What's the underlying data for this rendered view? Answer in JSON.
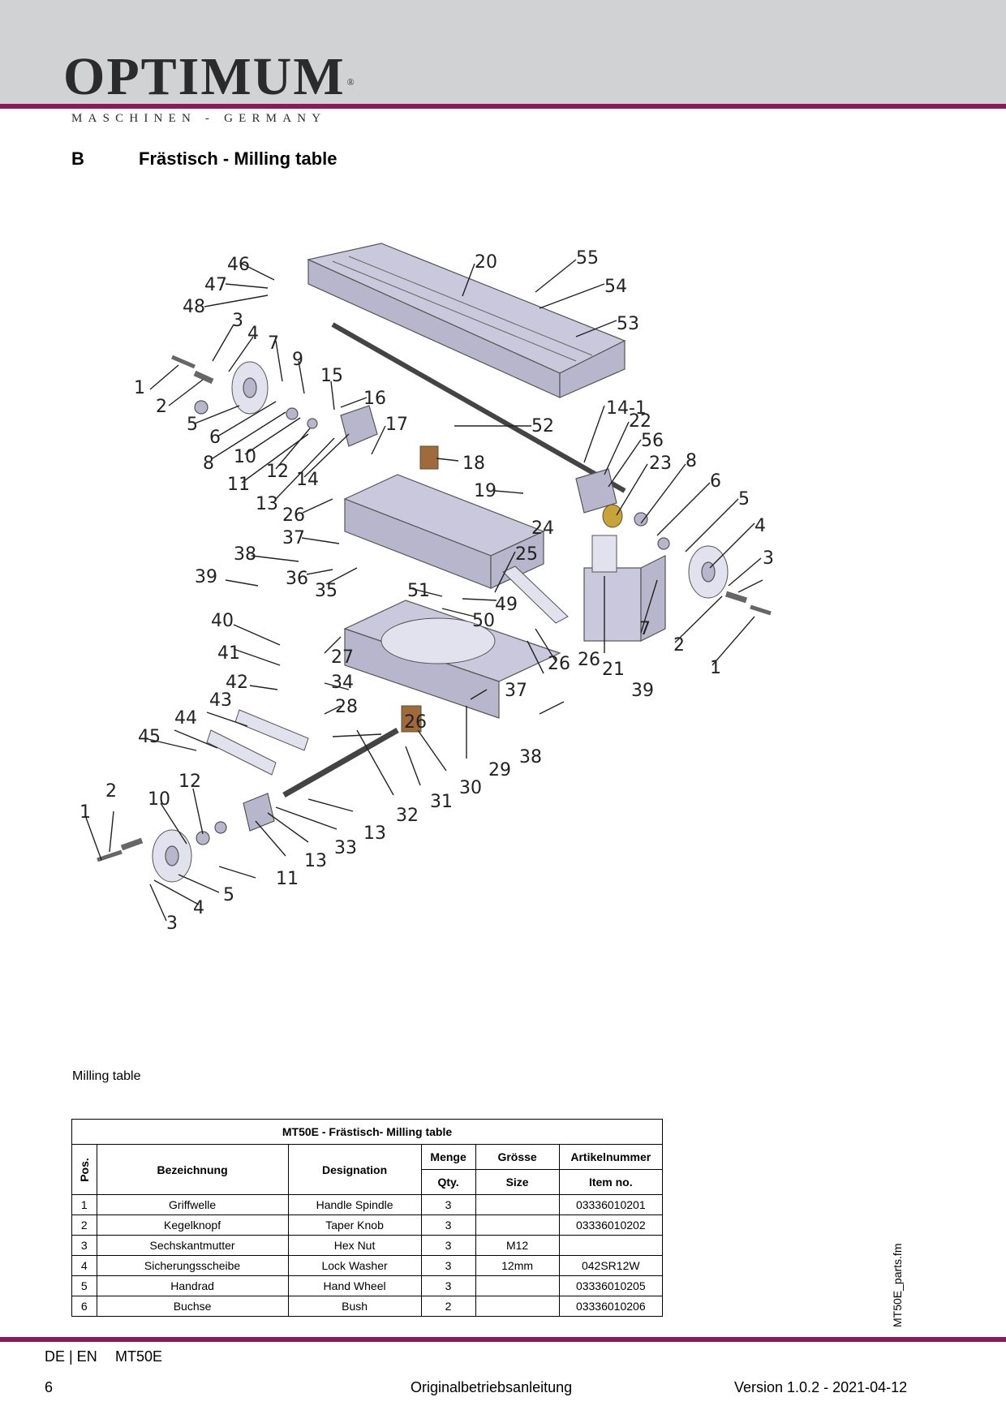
{
  "header": {
    "brand": "OPTIMUM",
    "registered_mark": "®",
    "tagline": "MASCHINEN - GERMANY"
  },
  "section": {
    "letter": "B",
    "title": "Frästisch - Milling table"
  },
  "diagram": {
    "labels": [
      "46",
      "47",
      "48",
      "3",
      "4",
      "7",
      "9",
      "15",
      "16",
      "20",
      "55",
      "54",
      "53",
      "1",
      "2",
      "5",
      "6",
      "8",
      "10",
      "11",
      "12",
      "13",
      "14",
      "17",
      "18",
      "52",
      "14-1",
      "22",
      "56",
      "23",
      "8",
      "6",
      "5",
      "4",
      "3",
      "19",
      "26",
      "24",
      "37",
      "38",
      "39",
      "36",
      "35",
      "51",
      "49",
      "50",
      "25",
      "21",
      "7",
      "2",
      "1",
      "40",
      "41",
      "42",
      "27",
      "34",
      "28",
      "26",
      "26",
      "26",
      "37",
      "39",
      "38",
      "43",
      "44",
      "45",
      "29",
      "30",
      "31",
      "32",
      "13",
      "33",
      "13",
      "11",
      "12",
      "10",
      "2",
      "1",
      "5",
      "4",
      "3"
    ]
  },
  "caption": "Milling table",
  "table": {
    "title": "MT50E - Frästisch- Milling table",
    "headers": {
      "pos": "Pos.",
      "bezeichnung": "Bezeichnung",
      "designation": "Designation",
      "menge": "Menge",
      "qty": "Qty.",
      "groesse": "Grösse",
      "size": "Size",
      "artikelnummer": "Artikelnummer",
      "item_no": "Item no."
    },
    "rows": [
      {
        "pos": "1",
        "bezeichnung": "Griffwelle",
        "designation": "Handle Spindle",
        "qty": "3",
        "size": "",
        "item": "03336010201"
      },
      {
        "pos": "2",
        "bezeichnung": "Kegelknopf",
        "designation": "Taper Knob",
        "qty": "3",
        "size": "",
        "item": "03336010202"
      },
      {
        "pos": "3",
        "bezeichnung": "Sechskantmutter",
        "designation": "Hex Nut",
        "qty": "3",
        "size": "M12",
        "item": ""
      },
      {
        "pos": "4",
        "bezeichnung": "Sicherungsscheibe",
        "designation": "Lock Washer",
        "qty": "3",
        "size": "12mm",
        "item": "042SR12W"
      },
      {
        "pos": "5",
        "bezeichnung": "Handrad",
        "designation": "Hand Wheel",
        "qty": "3",
        "size": "",
        "item": "03336010205"
      },
      {
        "pos": "6",
        "bezeichnung": "Buchse",
        "designation": "Bush",
        "qty": "2",
        "size": "",
        "item": "03336010206"
      }
    ]
  },
  "side_label": "MT50E_parts.fm",
  "footer": {
    "lang": "DE | EN",
    "model": "MT50E",
    "page": "6",
    "doc": "Originalbetriebsanleitung",
    "version": "Version 1.0.2 - 2021-04-12"
  },
  "colors": {
    "accent": "#8a1a5a",
    "header_bg": "#d1d2d4"
  }
}
